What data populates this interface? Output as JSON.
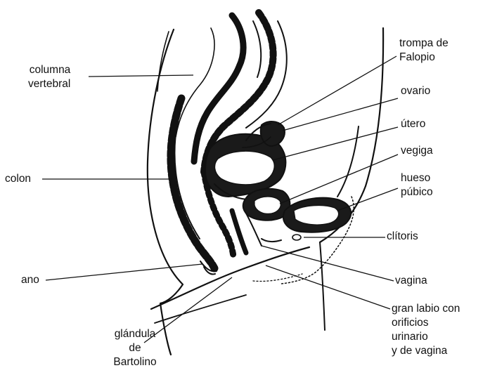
{
  "labels": {
    "columna_vertebral": [
      "columna",
      "vertebral"
    ],
    "colon": "colon",
    "ano": "ano",
    "glandula_bartolino": [
      "glándula",
      "de",
      "Bartolino"
    ],
    "trompa_falopio": [
      "trompa de",
      "Falopio"
    ],
    "ovario": "ovario",
    "utero": "útero",
    "vegiga": "vegiga",
    "hueso_pubico": [
      "hueso",
      "púbico"
    ],
    "clitoris": "clítoris",
    "vagina": "vagina",
    "gran_labio": [
      "gran labio con",
      "orificios",
      "urinario",
      "y de vagina"
    ]
  },
  "colors": {
    "ink": "#111111",
    "background": "#ffffff"
  }
}
